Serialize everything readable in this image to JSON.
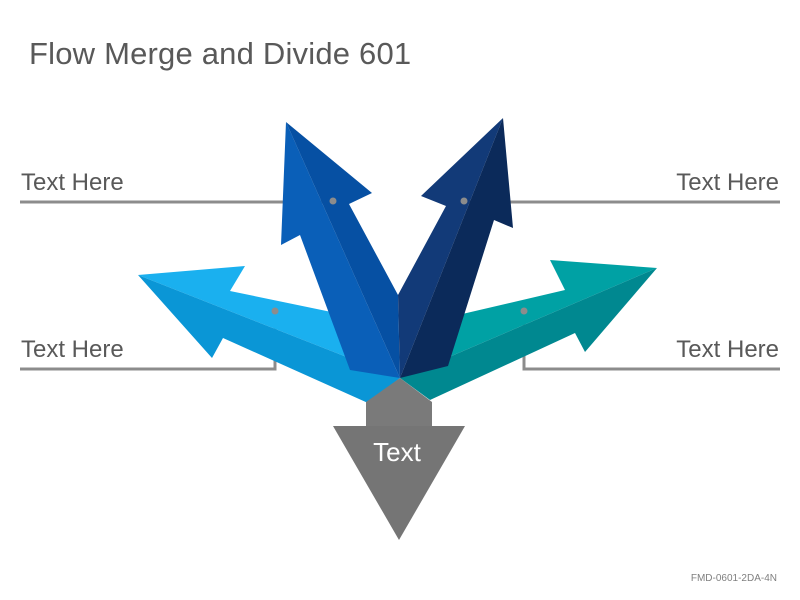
{
  "title": "Flow Merge and Divide 601",
  "labels": {
    "top_left": "Text Here",
    "top_right": "Text Here",
    "bottom_left": "Text Here",
    "bottom_right": "Text Here"
  },
  "center_text": "Text",
  "footer_code": "FMD-0601-2DA-4N",
  "colors": {
    "title_text": "#595959",
    "arrow_light_blue": "#0ea5e9",
    "arrow_mid_blue": "#0b64c0",
    "arrow_dark_navy": "#0f2f66",
    "arrow_teal": "#00959a",
    "arrow_gray": "#737373",
    "connector_gray": "#8c8c8c"
  }
}
